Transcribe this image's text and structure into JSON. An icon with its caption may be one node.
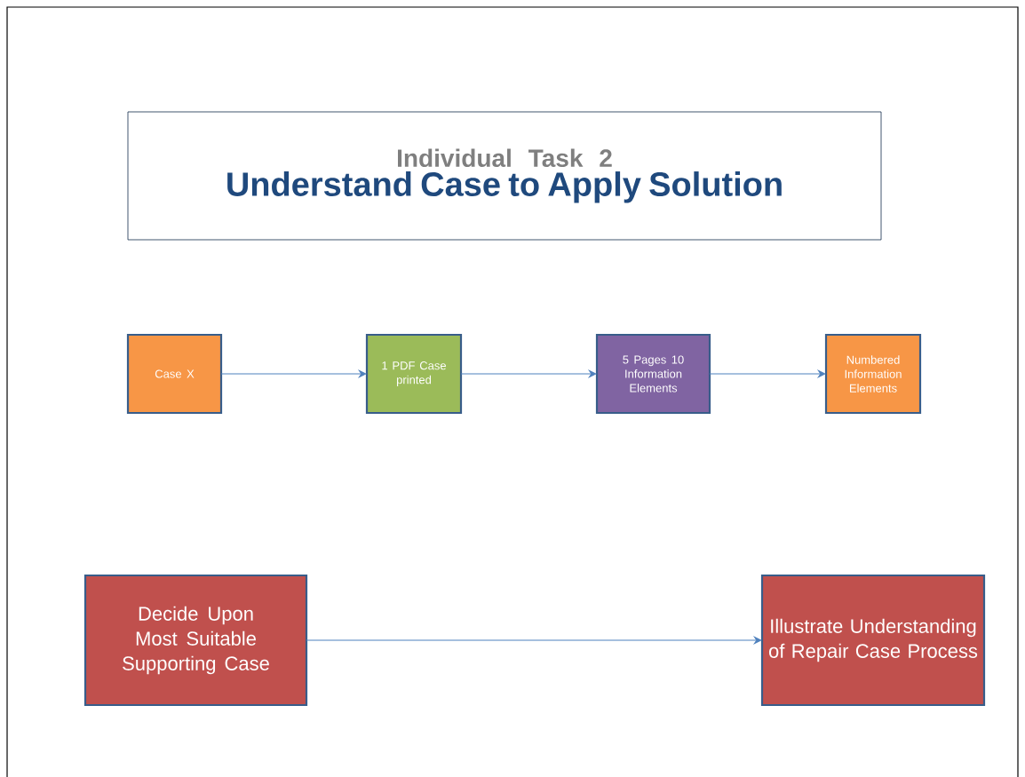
{
  "diagram": {
    "nodes": [
      {
        "text": [
          "Individual Task 2",
          "Understand Case to Apply Solution"
        ]
      },
      {
        "text": [
          "Case X"
        ]
      },
      {
        "text": [
          "1 PDF Case printed"
        ]
      },
      {
        "text": [
          "5 Pages 10 Information Elements"
        ]
      },
      {
        "text": [
          "Numbered Information Elements"
        ]
      },
      {
        "text": [
          "Decide Upon Most Suitable Supporting Case"
        ]
      },
      {
        "text": [
          "Illustrate Understanding of Repair Case Process"
        ]
      }
    ],
    "edges": [
      {
        "from": 1,
        "to": 2,
        "arrow": "to"
      },
      {
        "from": 2,
        "to": 3,
        "arrow": "to"
      },
      {
        "from": 3,
        "to": 4,
        "arrow": "to"
      },
      {
        "from": 5,
        "to": 6,
        "arrow": "to"
      }
    ]
  }
}
